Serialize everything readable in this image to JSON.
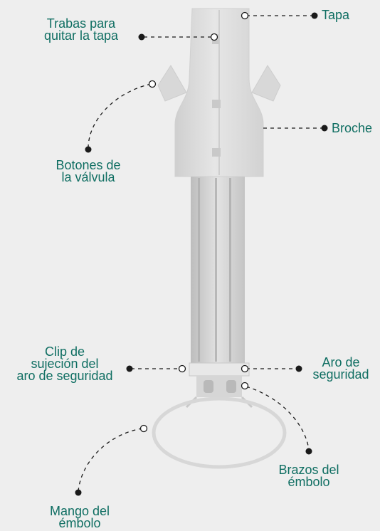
{
  "colors": {
    "background": "#eeeeee",
    "label": "#0f6e62",
    "leader_line": "#1a1a1a",
    "device_body": "#dcdcdc"
  },
  "labels": {
    "tapa": [
      "Tapa"
    ],
    "trabas": [
      "Trabas para",
      "quitar la tapa"
    ],
    "broche": [
      "Broche"
    ],
    "botones": [
      "Botones de",
      "la válvula"
    ],
    "clip": [
      "Clip de",
      "sujeción del",
      "aro de seguridad"
    ],
    "aro": [
      "Aro de",
      "seguridad"
    ],
    "brazos": [
      "Brazos del",
      "émbolo"
    ],
    "mango": [
      "Mango del",
      "émbolo"
    ]
  }
}
